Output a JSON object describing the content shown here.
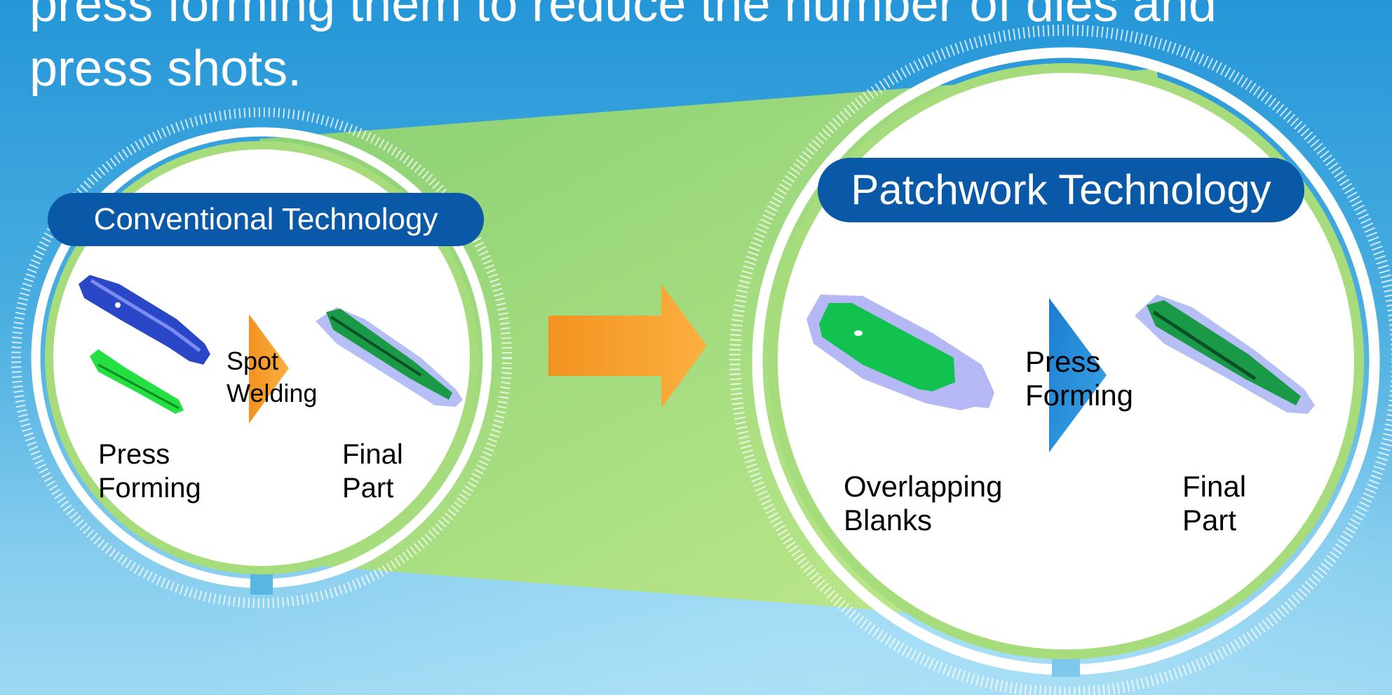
{
  "headline": "press forming them to reduce the number of dies and\npress shots.",
  "conventional": {
    "title": "Conventional Technology",
    "process_label": "Spot\n    Welding",
    "input_label": "Press\nForming",
    "output_label": "Final\nPart"
  },
  "patchwork": {
    "title": "Patchwork Technology",
    "process_label": "Press\n  Forming",
    "input_label": "Overlapping\nBlanks",
    "output_label": "Final\nPart"
  },
  "colors": {
    "pill": "#0a58a8",
    "ring": "#ffffff",
    "beam": "#a6dc7c",
    "big_arrow": "#f7a030",
    "left_arrow": "#f5a030",
    "right_arrow": "#2a8bd4",
    "part_blue": "#2a47c8",
    "part_green": "#19c04a"
  }
}
